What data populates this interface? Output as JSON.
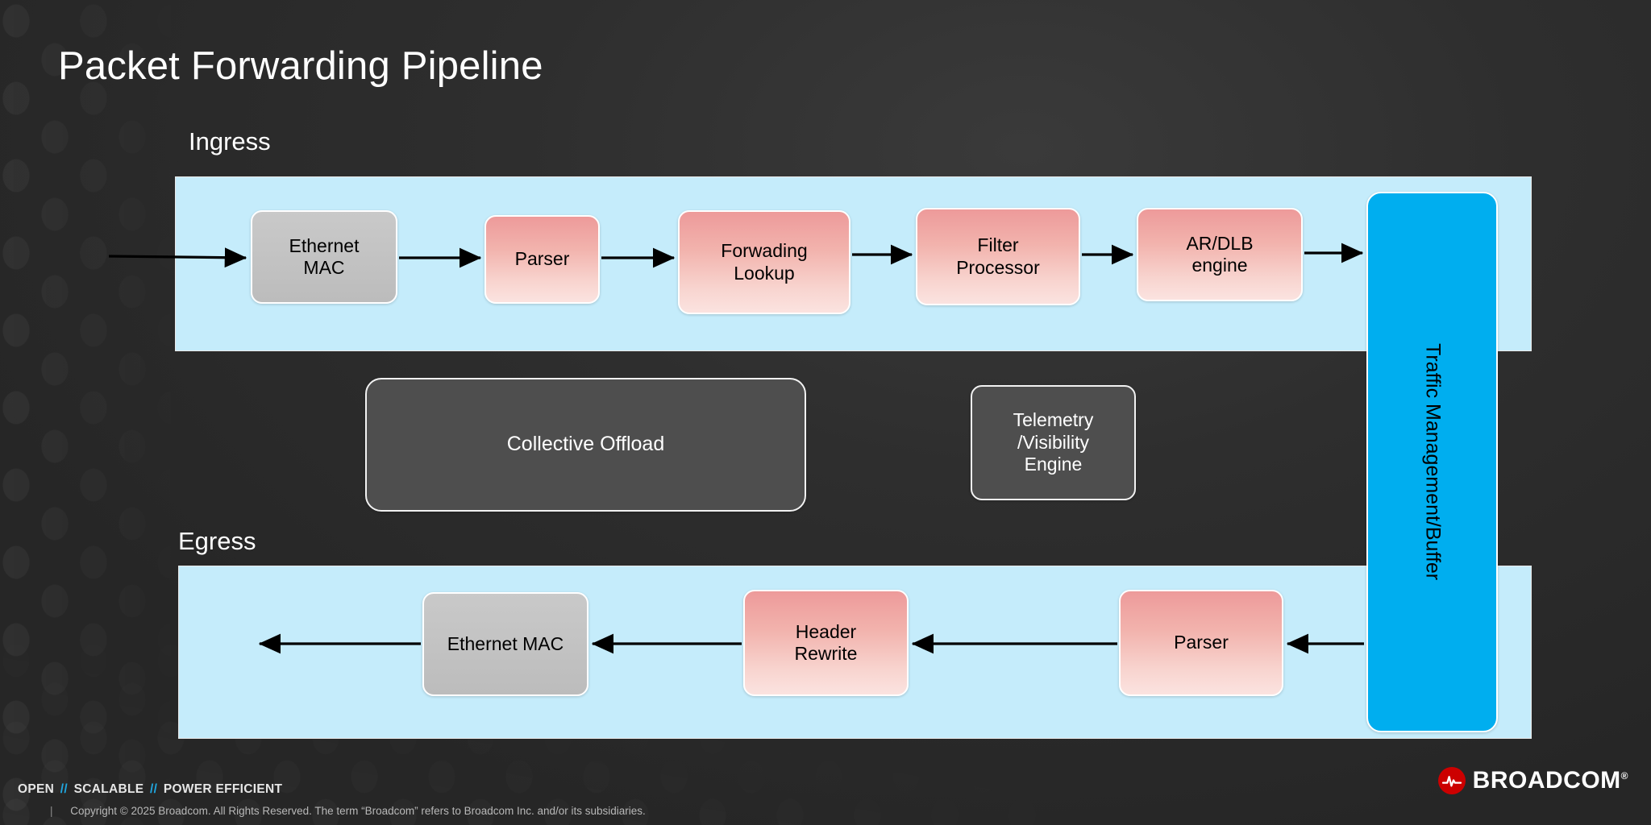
{
  "slide": {
    "title": "Packet Forwarding Pipeline",
    "background_color": "#2e2e2e"
  },
  "colors": {
    "band": "#c5ecfb",
    "node_gray": "#c2c2c2",
    "node_pink_top": "#ed9a9a",
    "node_pink_bottom": "#fbe3e0",
    "node_blue": "#00aeef",
    "node_dark": "#4e4e4e",
    "brand_red": "#cc0000",
    "accent_blue": "#1fa7e0",
    "text_light": "#ffffff",
    "text_dark": "#000000"
  },
  "sections": {
    "ingress": {
      "label": "Ingress"
    },
    "egress": {
      "label": "Egress"
    }
  },
  "ingress_nodes": [
    {
      "label": "Ethernet\nMAC",
      "style": "gray"
    },
    {
      "label": "Parser",
      "style": "pink"
    },
    {
      "label": "Forwading\nLookup",
      "style": "pink"
    },
    {
      "label": "Filter\nProcessor",
      "style": "pink"
    },
    {
      "label": "AR/DLB\nengine",
      "style": "pink"
    }
  ],
  "middle_nodes": [
    {
      "label": "Collective Offload",
      "style": "dark"
    },
    {
      "label": "Telemetry\n/Visibility\nEngine",
      "style": "dark"
    }
  ],
  "egress_nodes": [
    {
      "label": "Ethernet MAC",
      "style": "gray"
    },
    {
      "label": "Header\nRewrite",
      "style": "pink"
    },
    {
      "label": "Parser",
      "style": "pink"
    }
  ],
  "traffic_manager": {
    "label": "Traffic Management/Buffer",
    "style": "blue",
    "orientation": "vertical"
  },
  "footer": {
    "tagline_parts": [
      "OPEN",
      "SCALABLE",
      "POWER EFFICIENT"
    ],
    "tagline_separator": "//",
    "divider": "|",
    "copyright": "Copyright © 2025 Broadcom.  All Rights Reserved. The term “Broadcom” refers to Broadcom Inc. and/or its subsidiaries.",
    "brand_name": "BROADCOM",
    "brand_trademark": "®",
    "brand_icon": "pulse-wave-icon"
  },
  "flow": {
    "ingress_direction": "left-to-right",
    "egress_direction": "right-to-left",
    "arrow_count": 10
  }
}
